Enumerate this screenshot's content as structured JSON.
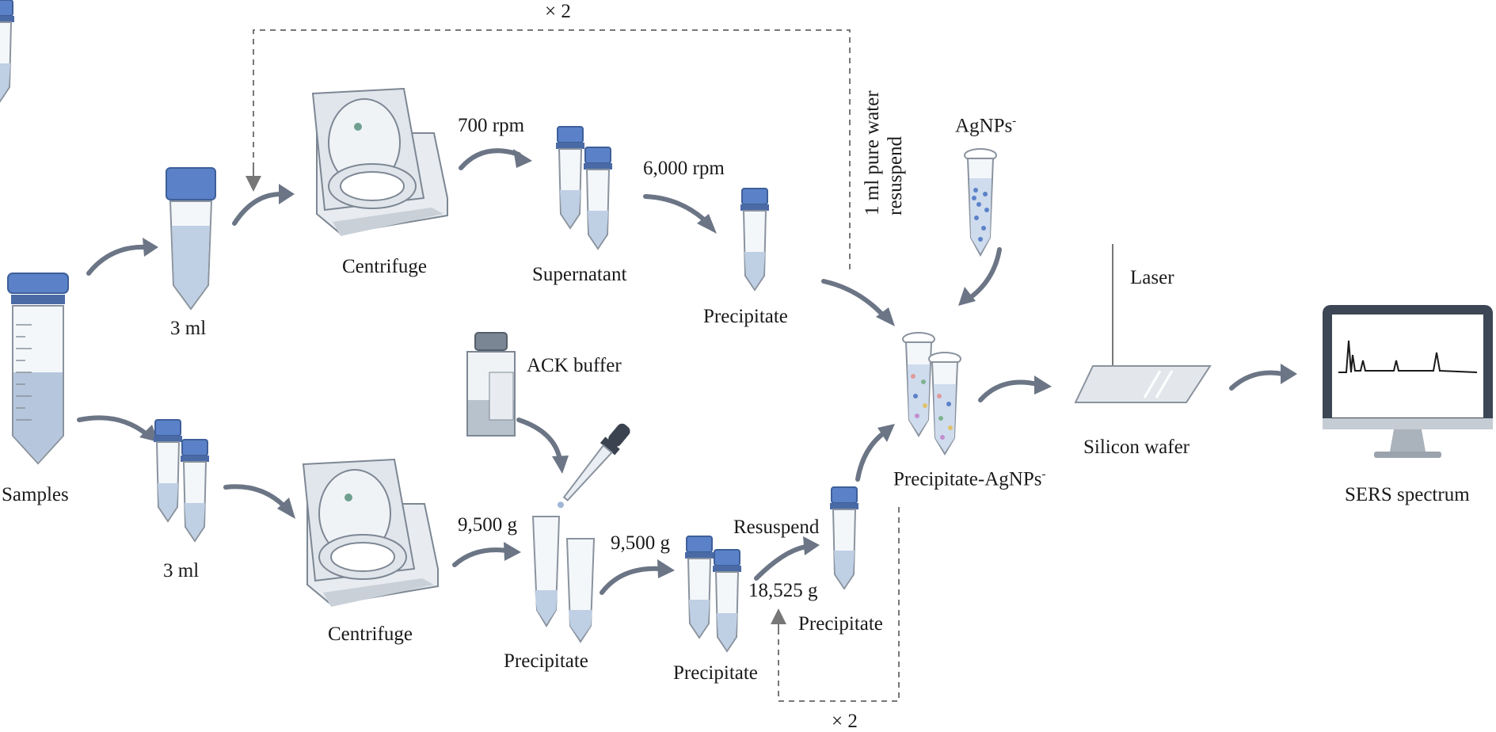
{
  "figure": {
    "loop_top": "× 2",
    "loop_bottom": "× 2",
    "resuspend_label_line1": "1 ml pure water",
    "resuspend_label_line2": "resuspend",
    "top_branch": {
      "volume": "3 ml",
      "centrifuge": "Centrifuge",
      "speed1": "700 rpm",
      "supernatant": "Supernatant",
      "speed2": "6,000 rpm",
      "precipitate": "Precipitate"
    },
    "bottom_branch": {
      "volume": "3 ml",
      "centrifuge": "Centrifuge",
      "buffer": "ACK buffer",
      "speed1": "9,500 g",
      "precipitate1": "Precipitate",
      "speed2": "9,500 g",
      "precipitate2": "Precipitate",
      "resuspend": "Resuspend",
      "speed3": "18,525 g",
      "precipitate3": "Precipitate"
    },
    "samples": "Samples",
    "agnps": "AgNPs",
    "agnps_sup": "-",
    "mix_label": "Precipitate-AgNPs",
    "mix_sup": "-",
    "laser": "Laser",
    "wafer": "Silicon wafer",
    "spectrum": "SERS  spectrum"
  }
}
